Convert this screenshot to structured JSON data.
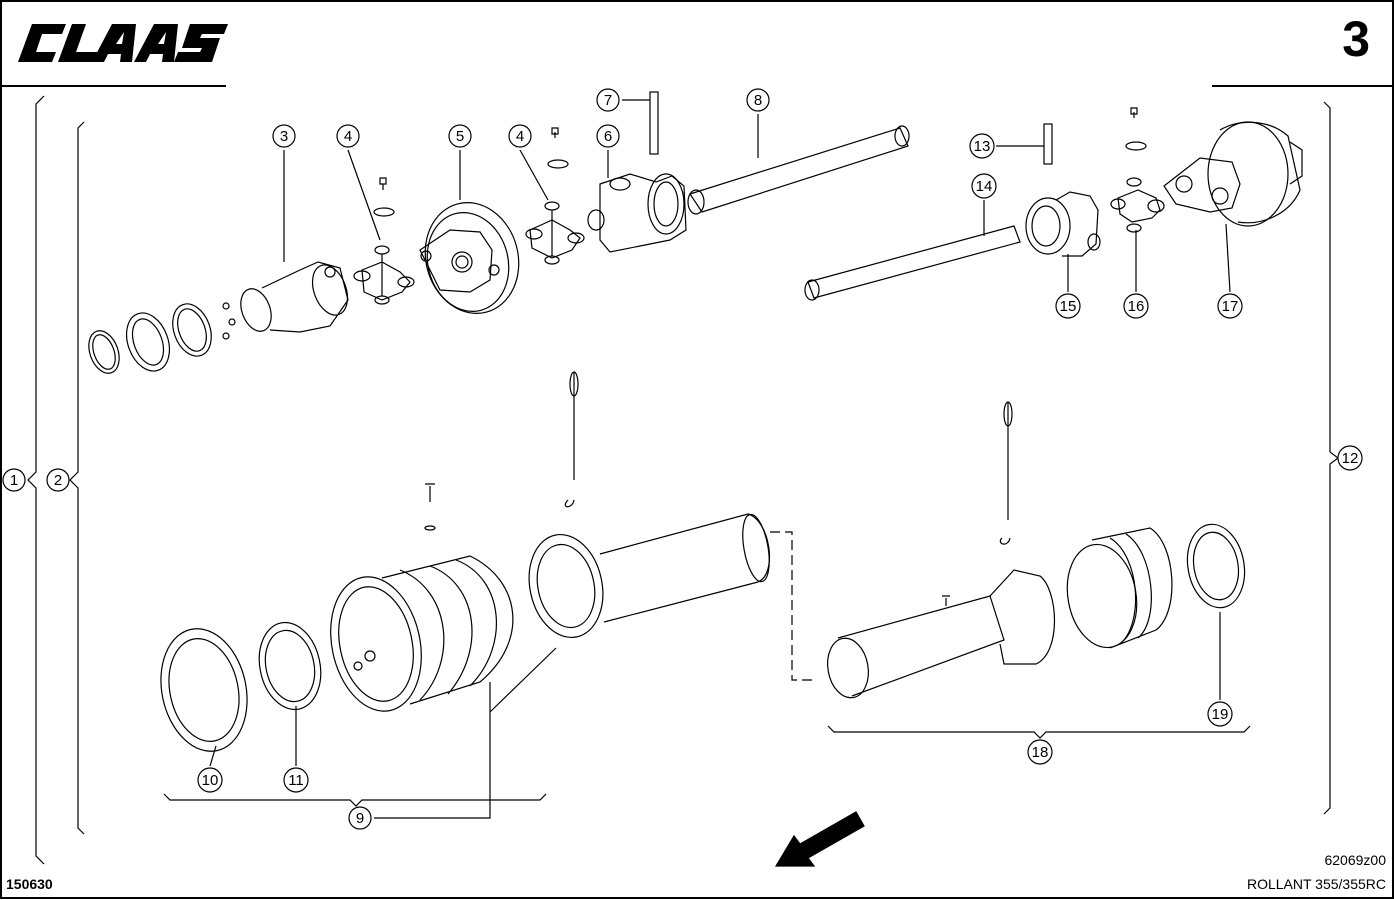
{
  "header": {
    "brand": "CLAAS",
    "page_number": "3"
  },
  "footer": {
    "sheet_code": "150630",
    "drawing_ref": "62069z00",
    "model": "ROLLANT 355/355RC"
  },
  "callouts": [
    {
      "id": "c1",
      "label": "1"
    },
    {
      "id": "c2",
      "label": "2"
    },
    {
      "id": "c3",
      "label": "3"
    },
    {
      "id": "c4a",
      "label": "4"
    },
    {
      "id": "c4b",
      "label": "4"
    },
    {
      "id": "c5",
      "label": "5"
    },
    {
      "id": "c6",
      "label": "6"
    },
    {
      "id": "c7",
      "label": "7"
    },
    {
      "id": "c8",
      "label": "8"
    },
    {
      "id": "c9",
      "label": "9"
    },
    {
      "id": "c10",
      "label": "10"
    },
    {
      "id": "c11",
      "label": "11"
    },
    {
      "id": "c12",
      "label": "12"
    },
    {
      "id": "c13",
      "label": "13"
    },
    {
      "id": "c14",
      "label": "14"
    },
    {
      "id": "c15",
      "label": "15"
    },
    {
      "id": "c16",
      "label": "16"
    },
    {
      "id": "c17",
      "label": "17"
    },
    {
      "id": "c18",
      "label": "18"
    },
    {
      "id": "c19",
      "label": "19"
    }
  ]
}
